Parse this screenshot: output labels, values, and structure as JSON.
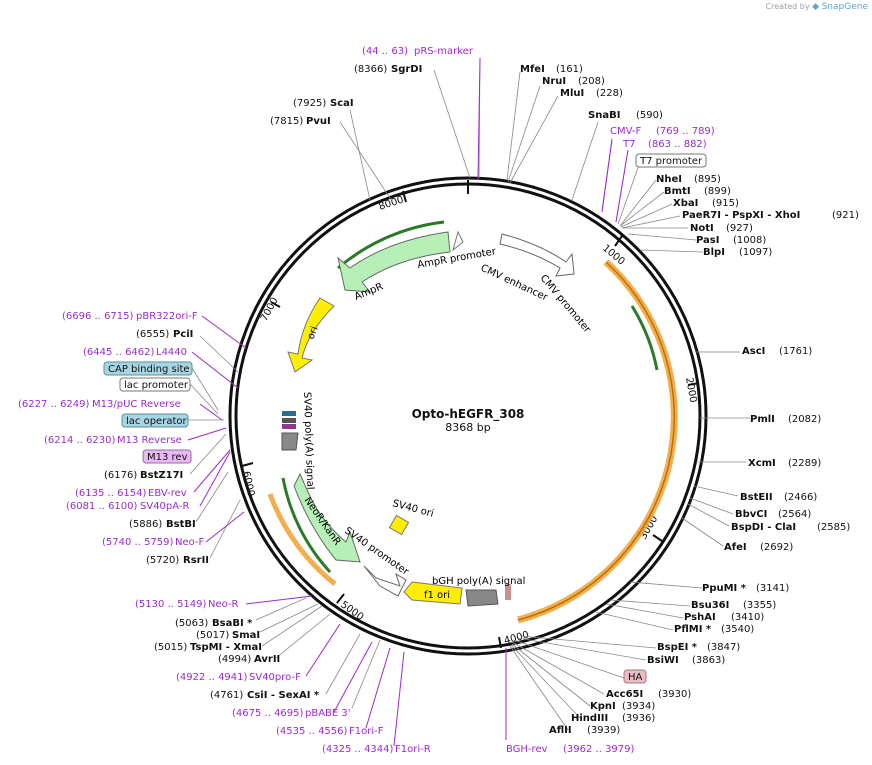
{
  "credit": {
    "prefix": "Created by",
    "brand": "SnapGene"
  },
  "title": "Opto-hEGFR_308",
  "length_label": "8368 bp",
  "ring_ticks": [
    "1000",
    "2000",
    "3000",
    "4000",
    "5000",
    "6000",
    "7000",
    "8000"
  ],
  "colors": {
    "primer": "#9b2bc9",
    "enzyme": "#000000",
    "feature_gray": "#888888",
    "amp": "#b7f0b7",
    "neo": "#b7f0b7",
    "ori": "#ffee00",
    "egfr_orange": "#f0a030",
    "ha": "#e7bcc5",
    "lac_box": "#a7d5e3",
    "m13_box": "#e8b9f2"
  },
  "features": [
    "AmpR promoter",
    "AmpR",
    "ori",
    "CMV enhancer",
    "CMV promoter",
    "SV40 poly(A) signal",
    "NeoR/KanR",
    "SV40 promoter",
    "SV40 ori",
    "bGH poly(A) signal",
    "f1 ori"
  ],
  "right_labels": [
    {
      "name": "pRS-marker",
      "pos": "(44 .. 63)",
      "kind": "primer"
    },
    {
      "name": "SgrDI",
      "pos": "(8366)",
      "kind": "enzyme"
    },
    {
      "name": "MfeI",
      "pos": "(161)",
      "kind": "enzyme"
    },
    {
      "name": "NruI",
      "pos": "(208)",
      "kind": "enzyme"
    },
    {
      "name": "MluI",
      "pos": "(228)",
      "kind": "enzyme"
    },
    {
      "name": "SnaBI",
      "pos": "(590)",
      "kind": "enzyme"
    },
    {
      "name": "CMV-F",
      "pos": "(769 .. 789)",
      "kind": "primer"
    },
    {
      "name": "T7",
      "pos": "(863 .. 882)",
      "kind": "primer"
    },
    {
      "name": "T7 promoter",
      "pos": "",
      "kind": "box"
    },
    {
      "name": "NheI",
      "pos": "(895)",
      "kind": "enzyme"
    },
    {
      "name": "BmtI",
      "pos": "(899)",
      "kind": "enzyme"
    },
    {
      "name": "XbaI",
      "pos": "(915)",
      "kind": "enzyme"
    },
    {
      "name": "PaeR7I - PspXI - XhoI",
      "pos": "(921)",
      "kind": "enzyme"
    },
    {
      "name": "NotI",
      "pos": "(927)",
      "kind": "enzyme"
    },
    {
      "name": "PasI",
      "pos": "(1008)",
      "kind": "enzyme"
    },
    {
      "name": "BlpI",
      "pos": "(1097)",
      "kind": "enzyme"
    },
    {
      "name": "AscI",
      "pos": "(1761)",
      "kind": "enzyme"
    },
    {
      "name": "PmlI",
      "pos": "(2082)",
      "kind": "enzyme"
    },
    {
      "name": "XcmI",
      "pos": "(2289)",
      "kind": "enzyme"
    },
    {
      "name": "BstEII",
      "pos": "(2466)",
      "kind": "enzyme"
    },
    {
      "name": "BbvCI",
      "pos": "(2564)",
      "kind": "enzyme"
    },
    {
      "name": "BspDI - ClaI",
      "pos": "(2585)",
      "kind": "enzyme"
    },
    {
      "name": "AfeI",
      "pos": "(2692)",
      "kind": "enzyme"
    },
    {
      "name": "PpuMI *",
      "pos": "(3141)",
      "kind": "enzyme"
    },
    {
      "name": "Bsu36I",
      "pos": "(3355)",
      "kind": "enzyme"
    },
    {
      "name": "PshAI",
      "pos": "(3410)",
      "kind": "enzyme"
    },
    {
      "name": "PflMI *",
      "pos": "(3540)",
      "kind": "enzyme"
    },
    {
      "name": "BspEI *",
      "pos": "(3847)",
      "kind": "enzyme"
    },
    {
      "name": "BsiWI",
      "pos": "(3863)",
      "kind": "enzyme"
    },
    {
      "name": "HA",
      "pos": "",
      "kind": "box"
    },
    {
      "name": "Acc65I",
      "pos": "(3930)",
      "kind": "enzyme"
    },
    {
      "name": "KpnI",
      "pos": "(3934)",
      "kind": "enzyme"
    },
    {
      "name": "HindIII",
      "pos": "(3936)",
      "kind": "enzyme"
    },
    {
      "name": "AflII",
      "pos": "(3939)",
      "kind": "enzyme"
    },
    {
      "name": "BGH-rev",
      "pos": "(3962 .. 3979)",
      "kind": "primer"
    }
  ],
  "left_labels": [
    {
      "name": "ScaI",
      "pos": "(7925)",
      "kind": "enzyme"
    },
    {
      "name": "PvuI",
      "pos": "(7815)",
      "kind": "enzyme"
    },
    {
      "name": "pBR322ori-F",
      "pos": "(6696 .. 6715)",
      "kind": "primer"
    },
    {
      "name": "PciI",
      "pos": "(6555)",
      "kind": "enzyme"
    },
    {
      "name": "L4440",
      "pos": "(6445 .. 6462)",
      "kind": "primer"
    },
    {
      "name": "CAP binding site",
      "pos": "",
      "kind": "box"
    },
    {
      "name": "lac promoter",
      "pos": "",
      "kind": "box"
    },
    {
      "name": "M13/pUC Reverse",
      "pos": "(6227 .. 6249)",
      "kind": "primer"
    },
    {
      "name": "lac operator",
      "pos": "",
      "kind": "box"
    },
    {
      "name": "M13 Reverse",
      "pos": "(6214 .. 6230)",
      "kind": "primer"
    },
    {
      "name": "M13 rev",
      "pos": "",
      "kind": "box"
    },
    {
      "name": "BstZ17I",
      "pos": "(6176)",
      "kind": "enzyme"
    },
    {
      "name": "EBV-rev",
      "pos": "(6135 .. 6154)",
      "kind": "primer"
    },
    {
      "name": "SV40pA-R",
      "pos": "(6081 .. 6100)",
      "kind": "primer"
    },
    {
      "name": "BstBI",
      "pos": "(5886)",
      "kind": "enzyme"
    },
    {
      "name": "Neo-F",
      "pos": "(5740 .. 5759)",
      "kind": "primer"
    },
    {
      "name": "RsrII",
      "pos": "(5720)",
      "kind": "enzyme"
    },
    {
      "name": "Neo-R",
      "pos": "(5130 .. 5149)",
      "kind": "primer"
    },
    {
      "name": "BsaBI *",
      "pos": "(5063)",
      "kind": "enzyme"
    },
    {
      "name": "SmaI",
      "pos": "(5017)",
      "kind": "enzyme"
    },
    {
      "name": "TspMI - XmaI",
      "pos": "(5015)",
      "kind": "enzyme"
    },
    {
      "name": "AvrII",
      "pos": "(4994)",
      "kind": "enzyme"
    },
    {
      "name": "SV40pro-F",
      "pos": "(4922 .. 4941)",
      "kind": "primer"
    },
    {
      "name": "CsiI - SexAI *",
      "pos": "(4761)",
      "kind": "enzyme"
    },
    {
      "name": "pBABE 3'",
      "pos": "(4675 .. 4695)",
      "kind": "primer"
    },
    {
      "name": "F1ori-F",
      "pos": "(4535 .. 4556)",
      "kind": "primer"
    },
    {
      "name": "F1ori-R",
      "pos": "(4325 .. 4344)",
      "kind": "primer"
    }
  ]
}
